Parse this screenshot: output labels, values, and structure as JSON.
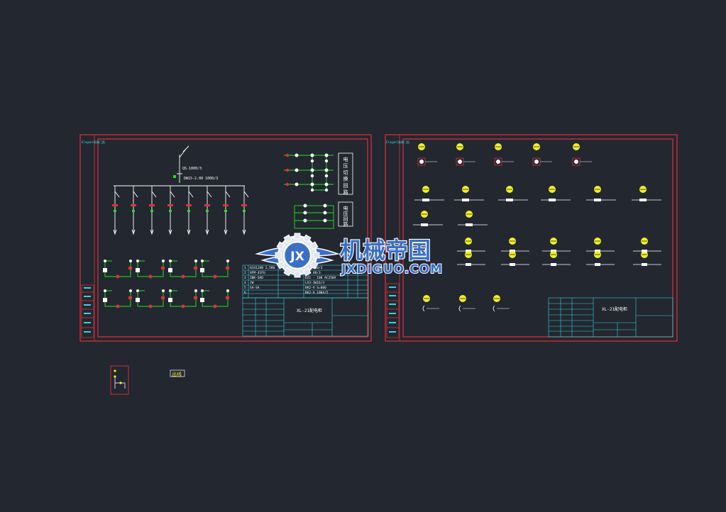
{
  "colors": {
    "background": "#232730",
    "frame_red": "#e0303a",
    "wire_white": "#ffffff",
    "wire_green": "#19e619",
    "symbol_yellow": "#f3ef26",
    "table_cyan": "#2fd6e0",
    "label_magenta": "#d23ad8",
    "watermark_blue": "#3a6fc4"
  },
  "left_sheet": {
    "side_label": "Elegant高端门面",
    "breaker_top": "QS-1000/3",
    "breaker_mid": "DW15-2.00 1000/3",
    "right_box_1": [
      "电",
      "压",
      "切",
      "换",
      "回",
      "路"
    ],
    "right_box_2": [
      "电",
      "压",
      "回",
      "路"
    ],
    "table_rows": [
      [
        "1",
        "HJ41JHB 1.5KW",
        "SR  1000/3"
      ],
      [
        "2",
        "XFM-41FU",
        "JSD  40/3"
      ],
      [
        "3",
        "ZBK-SAD",
        "DZ1 - 100 AC250V"
      ],
      [
        "4",
        "JW",
        "LX3-1W16/3"
      ],
      [
        "5",
        "SA-SA",
        "BK2-V  S=800"
      ],
      [
        "6",
        "",
        "BK2-A  100A/5"
      ]
    ],
    "drawing_title": "XL-21配电柜"
  },
  "right_sheet": {
    "side_label": "Elegant高端门面",
    "drawing_title": "XL-21配电柜"
  },
  "small_labels": {
    "bottom_box": "出线"
  },
  "watermark": {
    "title": "机械帝国",
    "subtitle": "JXDIGUO.COM",
    "emblem": "JX"
  }
}
